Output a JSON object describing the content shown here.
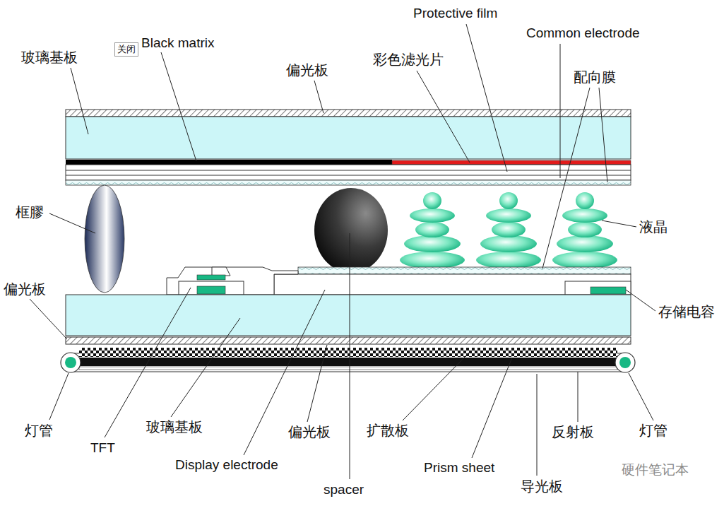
{
  "diagram": {
    "nodes": [
      {
        "text": [
          "关闭"
        ]
      }
    ],
    "labels": [
      "Protective film",
      "Black matrix",
      "Common electrode",
      "玻璃基板",
      "偏光板",
      "彩色滤光片",
      "配向膜",
      "框膠",
      "液晶",
      "偏光板",
      "存储电容",
      "灯管",
      "TFT",
      "玻璃基板",
      "Display electrode",
      "偏光板",
      "扩散板",
      "反射板",
      "灯管",
      "Prism sheet",
      "导光板",
      "spacer",
      "硬件笔记本"
    ]
  }
}
